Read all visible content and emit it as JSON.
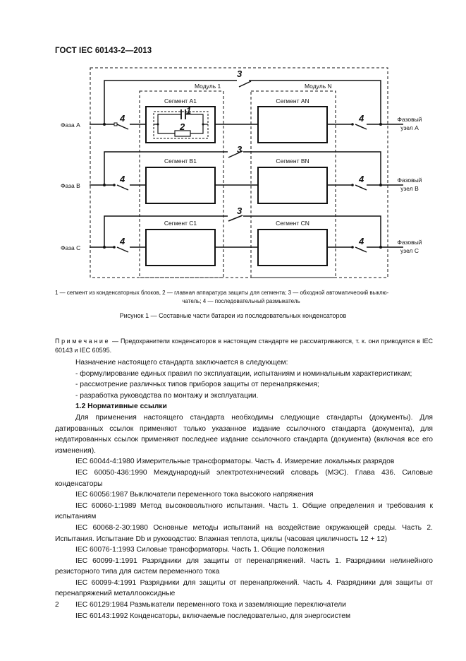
{
  "header": {
    "doc_id": "ГОСТ IEC 60143-2—2013"
  },
  "figure": {
    "module_labels": [
      "Модуль 1",
      "Модуль N"
    ],
    "segment_labels": [
      "Сегмент А1",
      "Сегмент АN",
      "Сегмент В1",
      "Сегмент ВN",
      "Сегмент С1",
      "Сегмент СN"
    ],
    "phase_labels": [
      "Фаза А",
      "Фаза В",
      "Фаза С"
    ],
    "node_labels": [
      {
        "line1": "Фазовый",
        "line2": "узел А"
      },
      {
        "line1": "Фазовый",
        "line2": "узел В"
      },
      {
        "line1": "Фазовый",
        "line2": "узел С"
      }
    ],
    "num_1": "1",
    "num_2": "2",
    "num_3": "3",
    "num_4": "4"
  },
  "legend": {
    "line1": "1 — сегмент из конденсаторных блоков, 2 — главная аппаратура защиты для сегмента; 3 — обходной автоматический выклю-",
    "line2": "чатель; 4 — последовательный размыкатель"
  },
  "caption": "Рисунок 1 — Составные части батареи из последовательных конденсаторов",
  "note": {
    "label": "Примечание",
    "text": " — Предохранители конденсаторов в настоящем стандарте не рассматриваются, т. к. они приводятся в IEC 60143 и IEC 60595."
  },
  "body": {
    "intro": "Назначение настоящего стандарта заключается в следующем:",
    "bullets": [
      "- формулирование единых правил по эксплуатации, испытаниям и номинальным характеристикам;",
      "- рассмотрение различных типов приборов защиты от перенапряжения;",
      "- разработка руководства по монтажу и эксплуатации."
    ],
    "section_heading": "1.2  Нормативные ссылки",
    "refs_intro": "Для применения настоящего стандарта необходимы следующие стандарты (документы). Для датированных ссылок применяют только указанное издание ссылочного стандарта (документа), для недатированных ссылок применяют последнее издание ссылочного стандарта (документа) (включая все его изменения).",
    "refs": [
      "IEC 60044-4:1980 Измерительные трансформаторы. Часть 4. Измерение локальных разрядов",
      "IEC 60050-436:1990 Международный электротехнический словарь (МЭС). Глава 436. Силовые конденсаторы",
      "IEC 60056:1987 Выключатели переменного тока высокого напряжения",
      "IEC 60060-1:1989 Метод высоковольтного испытания. Часть 1. Общие определения и требования к испытаниям",
      "IEC 60068-2-30:1980 Основные методы испытаний на воздействие окружающей среды. Часть 2. Испытания. Испытание Db и руководство: Влажная теплота, циклы (часовая цикличность 12 + 12)",
      "IEC 60076-1:1993 Силовые трансформаторы. Часть 1. Общие положения",
      "IEC 60099-1:1991 Разрядники для защиты от перенапряжений. Часть 1. Разрядники нелинейного резисторного типа для систем переменного тока",
      "IEC 60099-4:1991 Разрядники для защиты от перенапряжений. Часть 4. Разрядники для защиты от перенапряжений металлооксидные",
      "IEC 60129:1984 Размыкатели переменного тока и заземляющие переключатели",
      "IEC 60143:1992 Конденсаторы, включаемые последовательно, для энергосистем"
    ]
  },
  "page_number": "2"
}
